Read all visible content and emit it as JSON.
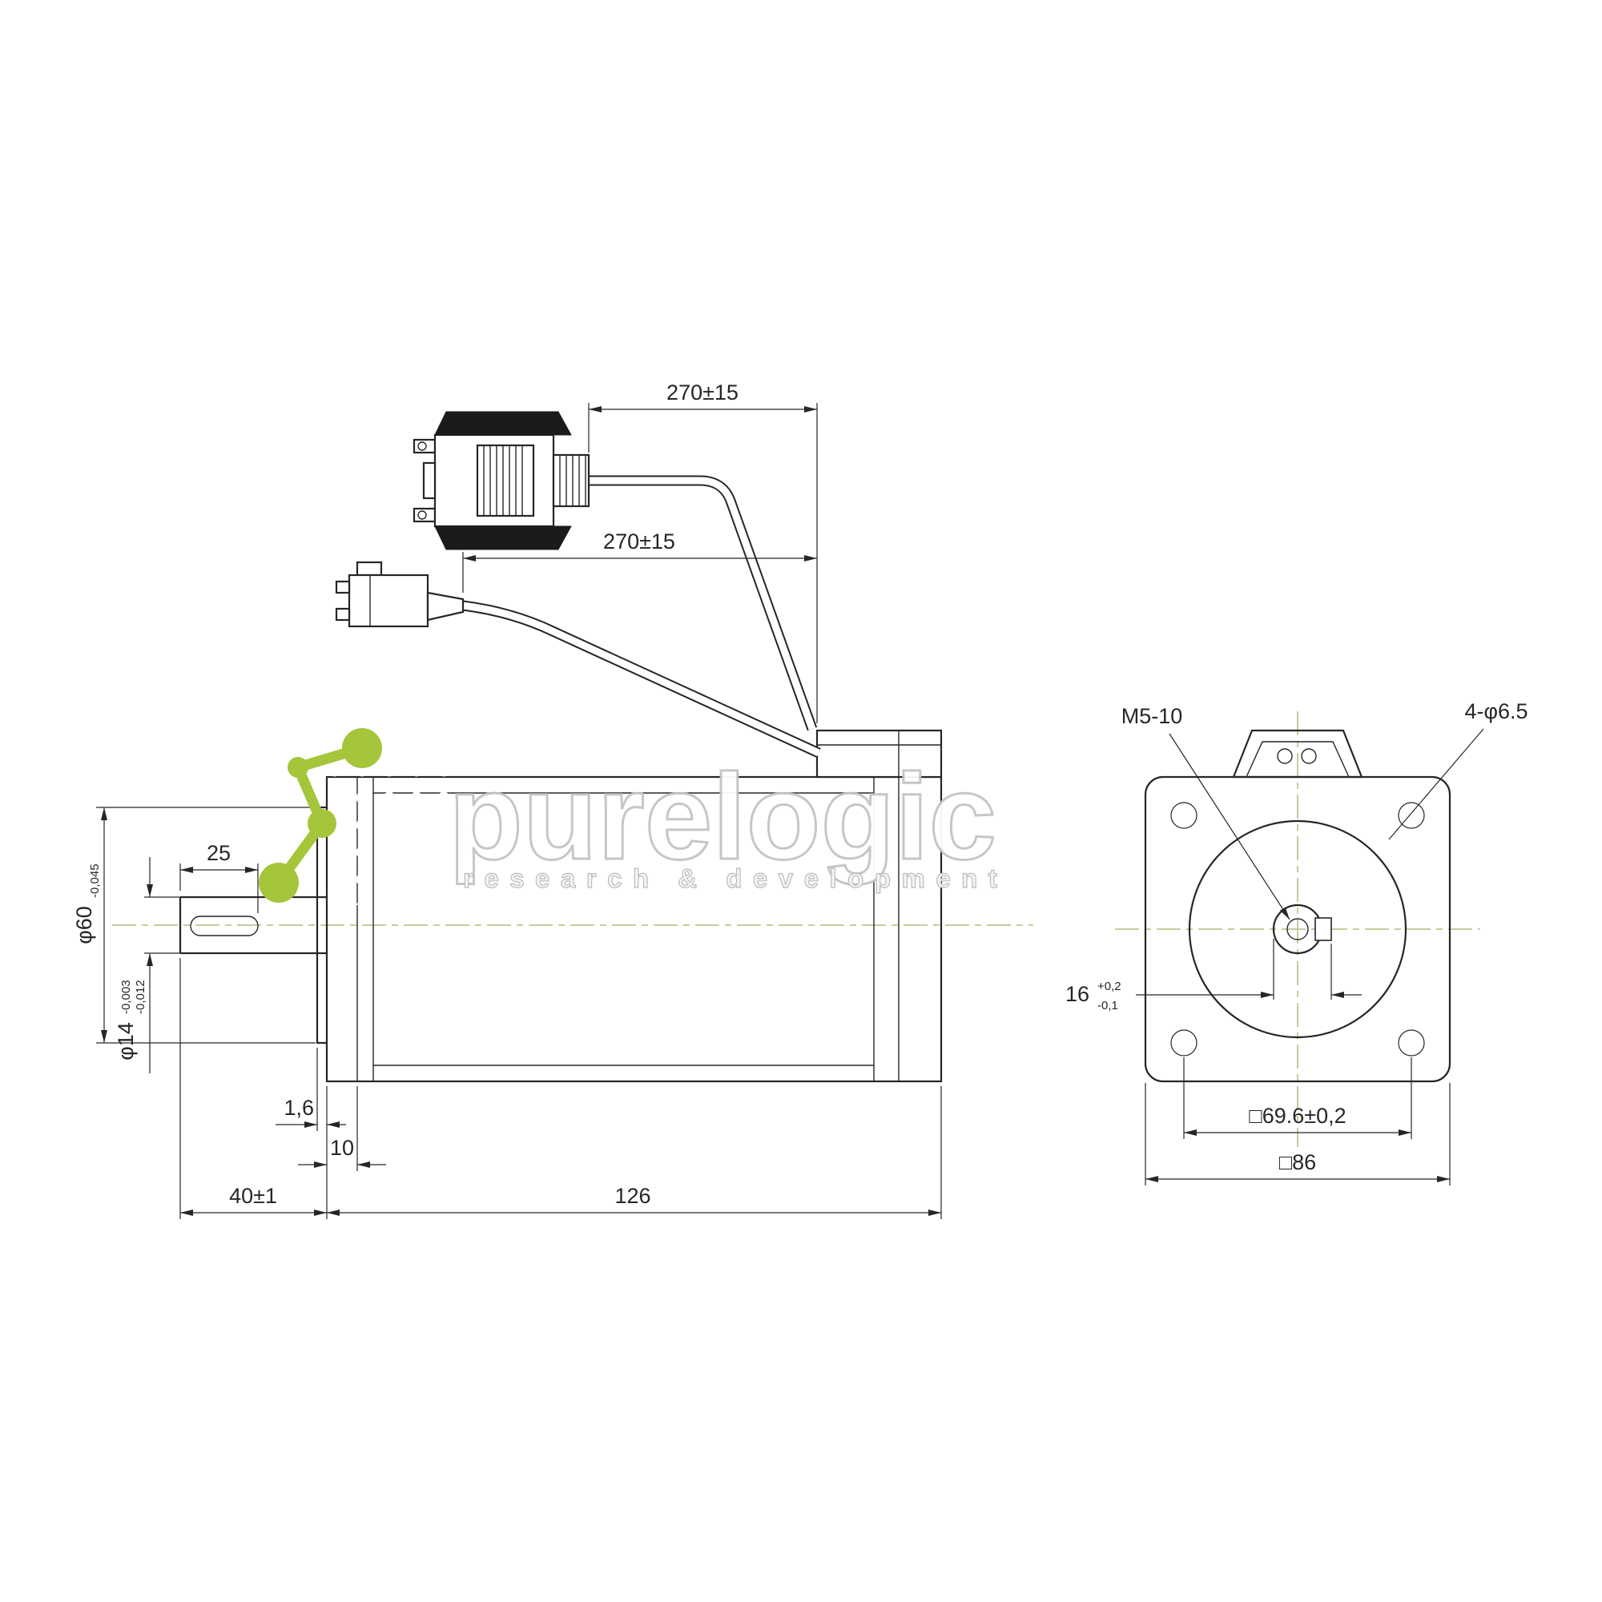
{
  "page": {
    "background": "#ffffff"
  },
  "drawing": {
    "type": "technical-dimensional-drawing",
    "subject": "stepper motor with encoder, side view and front face view",
    "line_color": "#262626",
    "centerline_color": "#c6cc9b",
    "dims": {
      "cable_top": "270±15",
      "cable_bottom": "270±15",
      "key_length": "25",
      "pilot_dia": "φ60",
      "pilot_dia_tol": "-0,045",
      "shaft_dia": "φ14",
      "shaft_dia_tol_upper": "-0,003",
      "shaft_dia_tol_lower": "-0,012",
      "boss_thickness": "1,6",
      "front_step": "10",
      "shaft_length": "40±1",
      "body_length": "126",
      "shaft_tap": "M5-10",
      "mount_holes": "4-φ6.5",
      "key_width": "16",
      "key_width_tol_upper": "+0,2",
      "key_width_tol_lower": "-0,1",
      "hole_spacing": "□69.6±0,2",
      "frame_size": "□86"
    },
    "watermark": {
      "brand": "purelogic",
      "tagline": "research & development",
      "accent_color": "#a5c53a"
    }
  }
}
